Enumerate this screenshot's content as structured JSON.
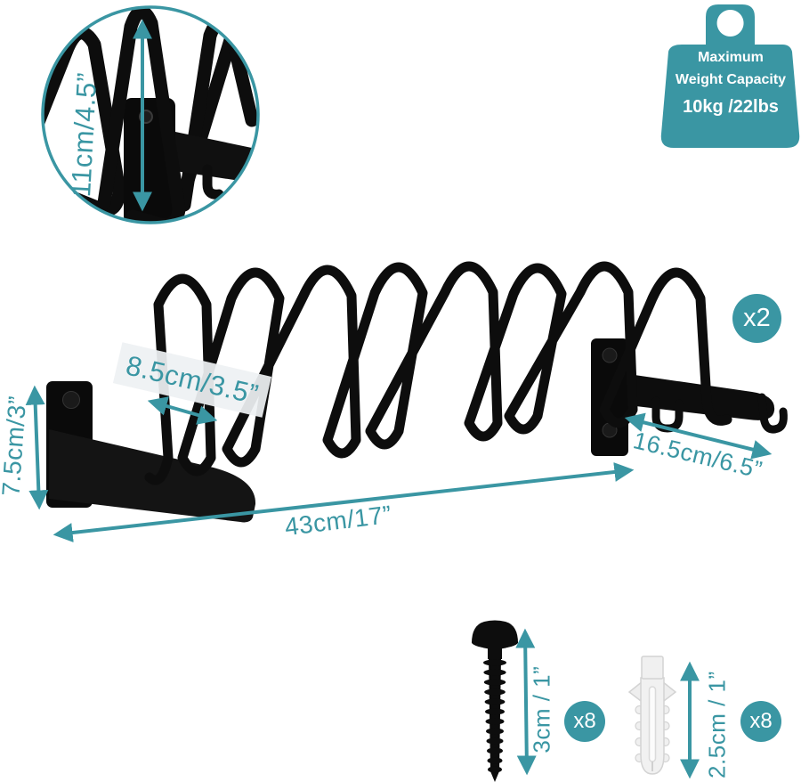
{
  "colors": {
    "accent": "#3a96a3",
    "product": "#0d0d0d"
  },
  "callout": {
    "icon": "magnifier-detail-circle",
    "height_label": "11cm/4.5”"
  },
  "weight_badge": {
    "icon": "kettlebell-weight-icon",
    "line1": "Maximum",
    "line2": "Weight Capacity",
    "line3": "10kg /22lbs"
  },
  "pack_quantity_label": "x2",
  "dimensions": {
    "slot_spacing": "8.5cm/3.5”",
    "bracket_height": "7.5cm/3”",
    "overall_length": "43cm/17”",
    "end_bar_length": "16.5cm/6.5”"
  },
  "hardware": {
    "screw": {
      "icon": "screw-icon",
      "length_label": "3cm / 1”",
      "quantity_label": "x8"
    },
    "wall_anchor": {
      "icon": "wall-anchor-icon",
      "length_label": "2.5cm / 1”",
      "quantity_label": "x8"
    }
  }
}
